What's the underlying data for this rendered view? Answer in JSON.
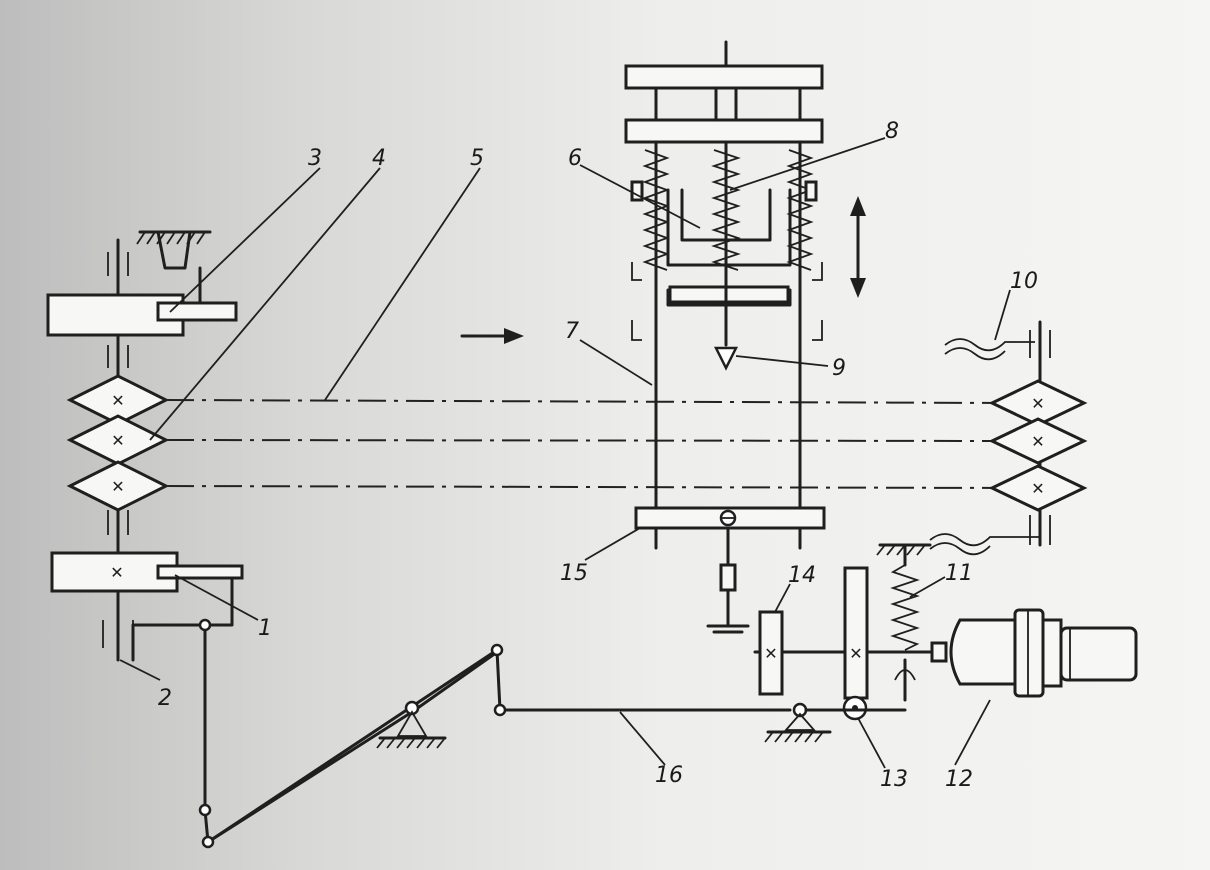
{
  "diagram": {
    "labels": {
      "l1": "1",
      "l2": "2",
      "l3": "3",
      "l4": "4",
      "l5": "5",
      "l6": "6",
      "l7": "7",
      "l8": "8",
      "l9": "9",
      "l10": "10",
      "l11": "11",
      "l12": "12",
      "l13": "13",
      "l14": "14",
      "l15": "15",
      "l16": "16"
    },
    "colors": {
      "ink": "#1f1f1f",
      "paper": "#f3f3f1",
      "shade": "#c9c9c9"
    }
  }
}
